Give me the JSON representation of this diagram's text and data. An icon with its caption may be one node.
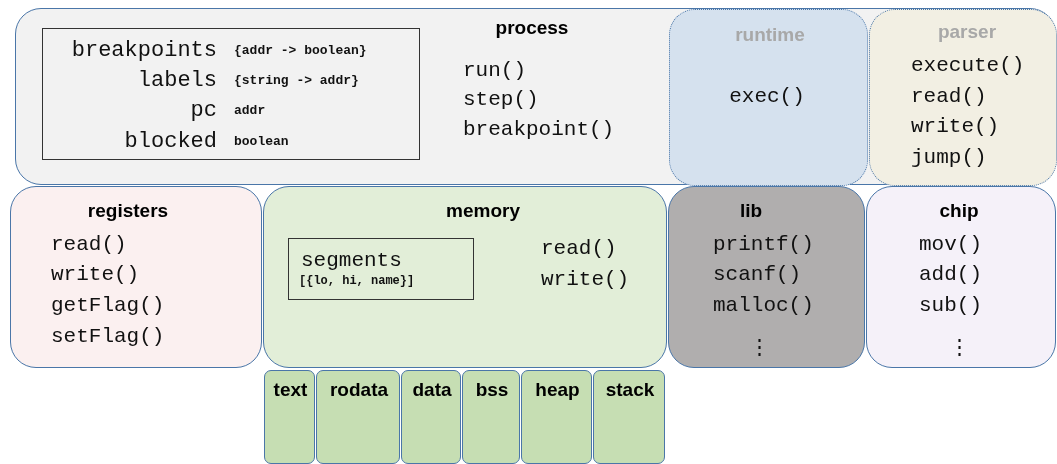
{
  "diagram": {
    "nodes": [
      {
        "text": [
          "process",
          "run()",
          "step()",
          "breakpoint()"
        ]
      },
      {
        "text": [
          "breakpoints",
          "{addr -> boolean}",
          "labels",
          "{string -> addr}",
          "pc",
          "addr",
          "blocked",
          "boolean"
        ],
        "in": 0
      },
      {
        "text": [
          "runtime",
          "exec()"
        ],
        "in": 0
      },
      {
        "text": [
          "parser",
          "execute()",
          "read()",
          "write()",
          "jump()"
        ],
        "in": 0
      },
      {
        "text": [
          "registers",
          "read()",
          "write()",
          "getFlag()",
          "setFlag()"
        ]
      },
      {
        "text": [
          "memory",
          "read()",
          "write()"
        ]
      },
      {
        "text": [
          "segments",
          "[{lo, hi, name}]"
        ],
        "in": 5
      },
      {
        "text": [
          "lib",
          "printf()",
          "scanf()",
          "malloc()",
          "⋮"
        ]
      },
      {
        "text": [
          "chip",
          "mov()",
          "add()",
          "sub()",
          "⋮"
        ]
      },
      {
        "text": [
          "text"
        ]
      },
      {
        "text": [
          "rodata"
        ]
      },
      {
        "text": [
          "data"
        ]
      },
      {
        "text": [
          "bss"
        ]
      },
      {
        "text": [
          "heap"
        ]
      },
      {
        "text": [
          "stack"
        ]
      }
    ]
  }
}
